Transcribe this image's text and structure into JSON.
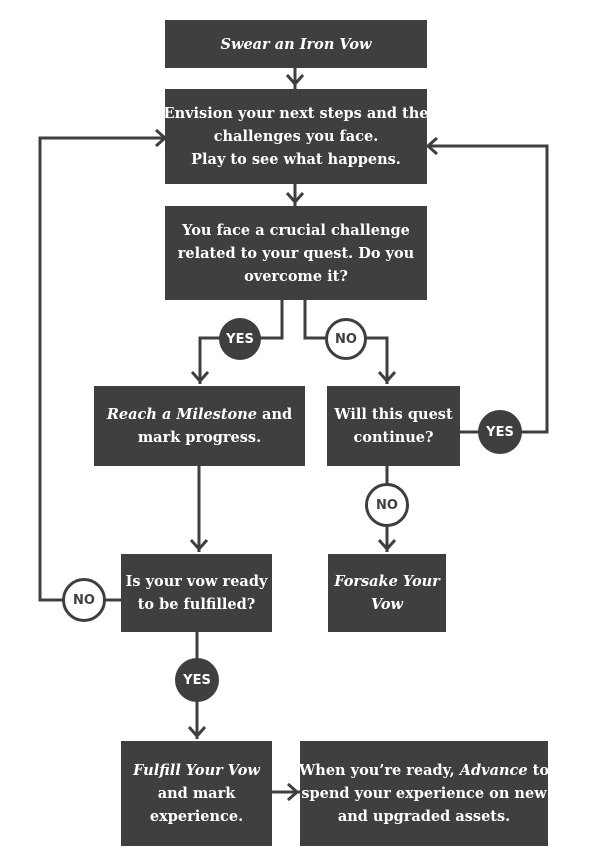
{
  "nodes": {
    "swear": {
      "lines": [
        {
          "parts": [
            {
              "text": "Swear an Iron Vow",
              "italic": true
            }
          ]
        }
      ]
    },
    "envision": {
      "lines": [
        {
          "parts": [
            {
              "text": "Envision your next steps and the",
              "italic": false
            }
          ]
        },
        {
          "parts": [
            {
              "text": "challenges you face.",
              "italic": false
            }
          ]
        },
        {
          "parts": [
            {
              "text": "Play to see what happens.",
              "italic": false
            }
          ]
        }
      ]
    },
    "challenge": {
      "lines": [
        {
          "parts": [
            {
              "text": "You face a crucial challenge",
              "italic": false
            }
          ]
        },
        {
          "parts": [
            {
              "text": "related to your quest. Do you",
              "italic": false
            }
          ]
        },
        {
          "parts": [
            {
              "text": "overcome it?",
              "italic": false
            }
          ]
        }
      ]
    },
    "milestone": {
      "lines": [
        {
          "parts": [
            {
              "text": "Reach a Milestone",
              "italic": true
            },
            {
              "text": " and",
              "italic": false
            }
          ]
        },
        {
          "parts": [
            {
              "text": "mark progress.",
              "italic": false
            }
          ]
        }
      ]
    },
    "continue": {
      "lines": [
        {
          "parts": [
            {
              "text": "Will this quest",
              "italic": false
            }
          ]
        },
        {
          "parts": [
            {
              "text": "continue?",
              "italic": false
            }
          ]
        }
      ]
    },
    "ready": {
      "lines": [
        {
          "parts": [
            {
              "text": "Is your vow ready",
              "italic": false
            }
          ]
        },
        {
          "parts": [
            {
              "text": "to be fulfilled?",
              "italic": false
            }
          ]
        }
      ]
    },
    "forsake": {
      "lines": [
        {
          "parts": [
            {
              "text": "Forsake Your",
              "italic": true
            }
          ]
        },
        {
          "parts": [
            {
              "text": "Vow",
              "italic": true
            }
          ]
        }
      ]
    },
    "fulfill": {
      "lines": [
        {
          "parts": [
            {
              "text": "Fulfill Your Vow",
              "italic": true
            }
          ]
        },
        {
          "parts": [
            {
              "text": "and mark",
              "italic": false
            }
          ]
        },
        {
          "parts": [
            {
              "text": "experience.",
              "italic": false
            }
          ]
        }
      ]
    },
    "advance": {
      "lines": [
        {
          "parts": [
            {
              "text": "When you’re ready, ",
              "italic": false
            },
            {
              "text": "Advance",
              "italic": true
            },
            {
              "text": " to",
              "italic": false
            }
          ]
        },
        {
          "parts": [
            {
              "text": "spend your experience on new",
              "italic": false
            }
          ]
        },
        {
          "parts": [
            {
              "text": "and upgraded assets.",
              "italic": false
            }
          ]
        }
      ]
    }
  },
  "badges": {
    "challenge_yes": "YES",
    "challenge_no": "NO",
    "continue_yes": "YES",
    "continue_no": "NO",
    "ready_no": "NO",
    "ready_yes": "YES"
  },
  "colors": {
    "box": "#3f3f3f",
    "line": "#3f3f3f",
    "text": "#ffffff",
    "background": "#ffffff"
  }
}
